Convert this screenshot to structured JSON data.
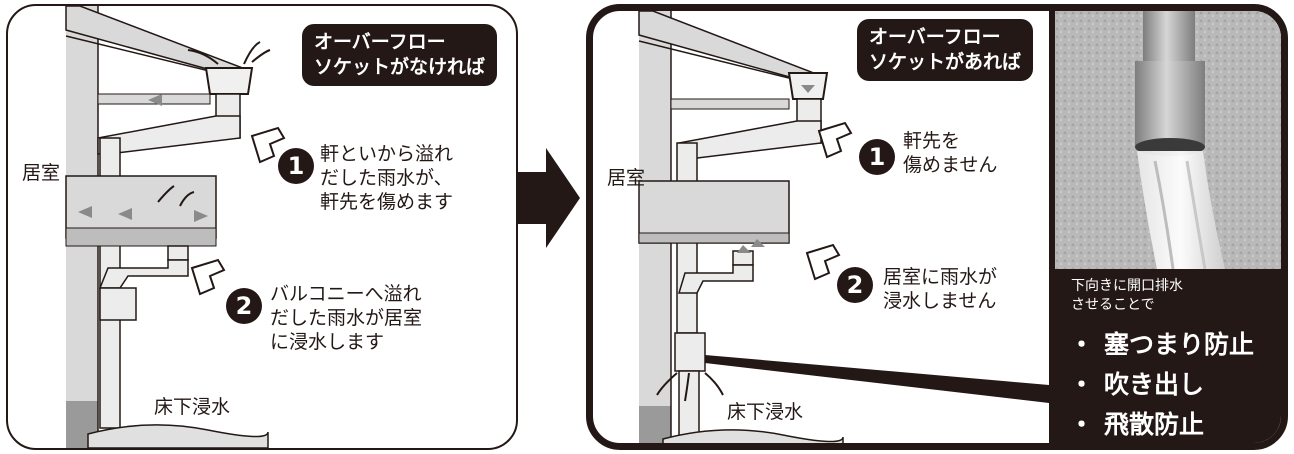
{
  "left": {
    "label": [
      "オーバーフロー",
      "ソケットがなければ"
    ],
    "room": "居室",
    "floor_flood": "床下浸水",
    "note1": {
      "num": "1",
      "lines": [
        "軒といから溢れ",
        "だした雨水が、",
        "軒先を傷めます"
      ]
    },
    "note2": {
      "num": "2",
      "lines": [
        "バルコニーへ溢れ",
        "だした雨水が居室",
        "に浸水します"
      ]
    }
  },
  "right": {
    "label": [
      "オーバーフロー",
      "ソケットがあれば"
    ],
    "room": "居室",
    "floor_flood": "床下浸水",
    "note1": {
      "num": "1",
      "lines": [
        "軒先を",
        "傷めません"
      ]
    },
    "note2": {
      "num": "2",
      "lines": [
        "居室に雨水が",
        "浸水しません"
      ]
    },
    "benefit_intro": [
      "下向きに開口排水",
      "させることで"
    ],
    "benefits": [
      "塞つまり防止",
      "吹き出し",
      "飛散防止"
    ],
    "bullet": "・"
  },
  "colors": {
    "ink": "#231815",
    "wall": "#d9d9d9",
    "pipe": "#ececec",
    "water_arrow": "#8a8a8a",
    "photo_bg": "#b9b9b9"
  },
  "icons": [
    "pointing-hand-icon",
    "arrow-right-icon",
    "water-splash-icon"
  ]
}
